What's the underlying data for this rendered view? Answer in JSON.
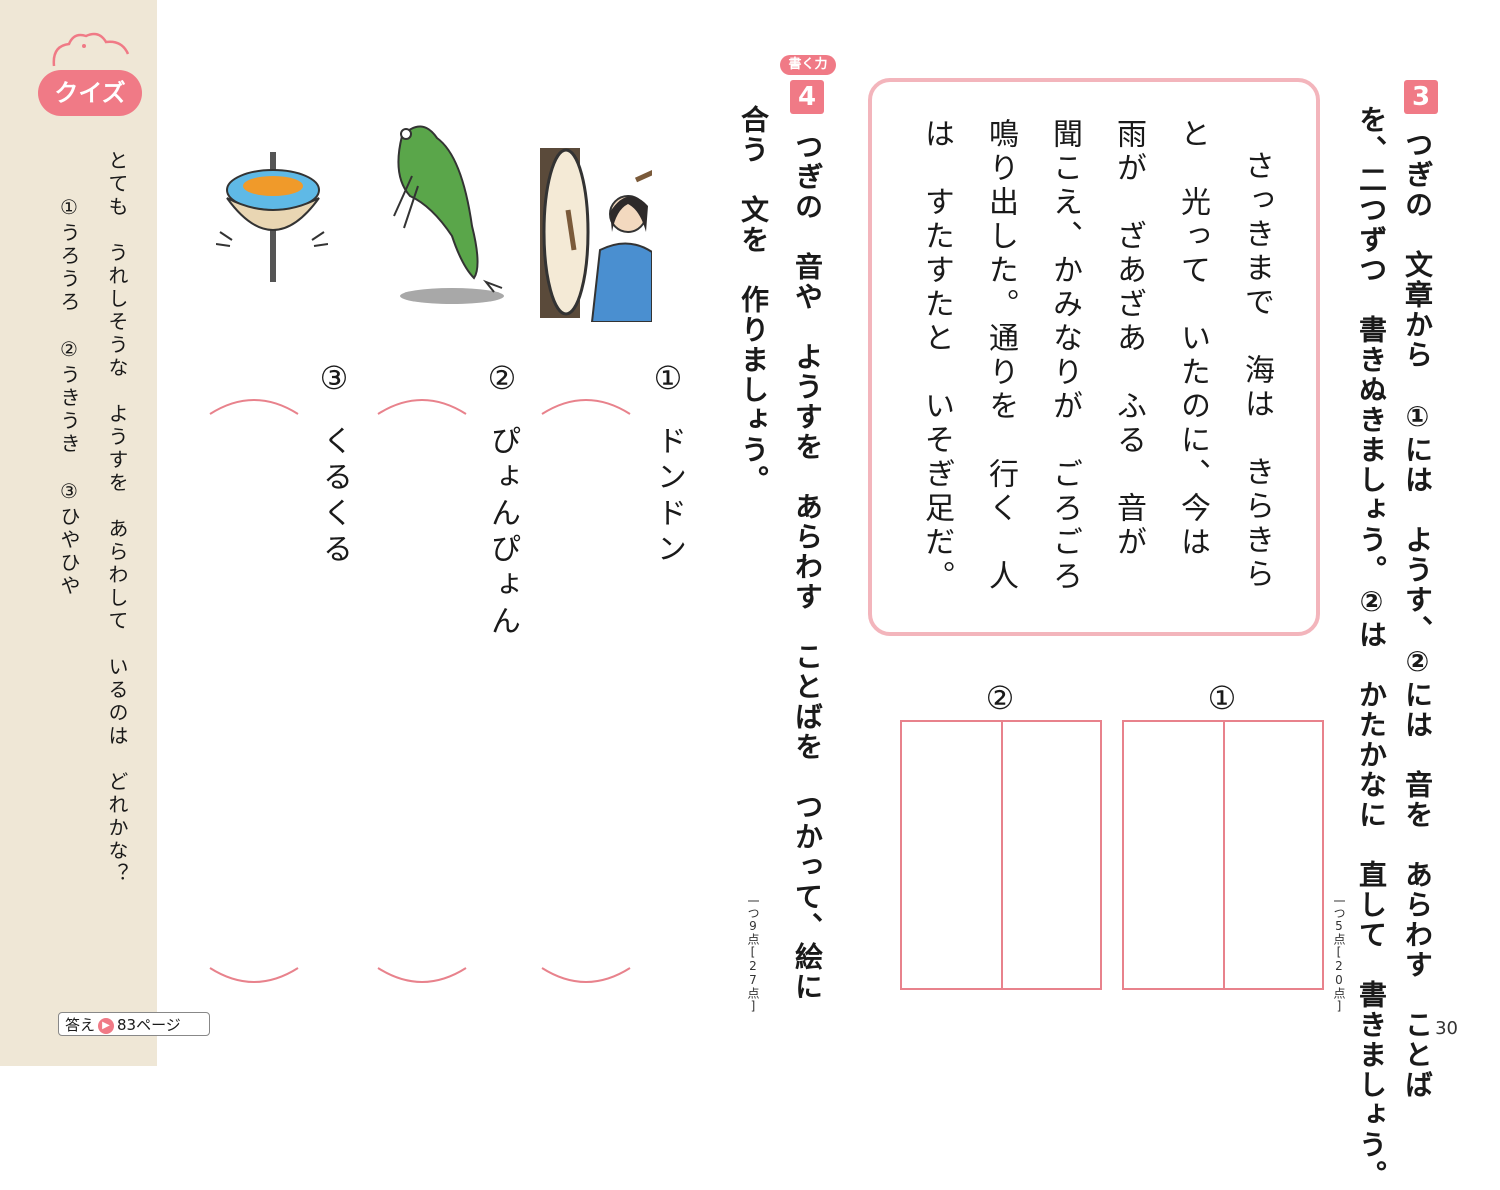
{
  "sidebar": {
    "quiz_label": "クイズ",
    "question_line1": "とても　うれしそうな　ようすを　あらわして　いるのは　どれかな？",
    "question_line2": "①うろうろ　②うきうき　③ひやひや",
    "answer_label": "答え",
    "answer_page": "83ページ"
  },
  "section3": {
    "number": "3",
    "instruction_line1": "つぎの　文章から　①には　ようす、②には　音を　あらわす　ことば",
    "instruction_line2": "を、二つずつ　書きぬきましょう。②は　かたかなに　直して　書きましょう。",
    "points": "一つ5点[20点]",
    "passage": [
      "さっきまで　海は　きらきら",
      "と　光って　いたのに、今は",
      "雨が　ざあざあ　ふる　音が",
      "聞こえ、かみなりが　ごろごろ",
      "鳴り出した。通りを　行く　人",
      "は　すたすたと　いそぎ足だ。"
    ],
    "answer1_label": "①",
    "answer2_label": "②"
  },
  "section4": {
    "tag": "書く力",
    "number": "4",
    "instruction_line1": "つぎの　音や　ようすを　あらわす　ことばを　つかって、絵に",
    "instruction_line2": "合う　文を　作りましょう。",
    "points": "一つ9点[27点]",
    "items": [
      {
        "label": "①",
        "word": "ドンドン"
      },
      {
        "label": "②",
        "word": "ぴょんぴょん"
      },
      {
        "label": "③",
        "word": "くるくる"
      }
    ]
  },
  "page_number": "30",
  "colors": {
    "accent": "#f07a86",
    "sidebar_bg": "#efe7d6",
    "grid_line": "#e8828c",
    "box_border": "#f3b5bc"
  }
}
